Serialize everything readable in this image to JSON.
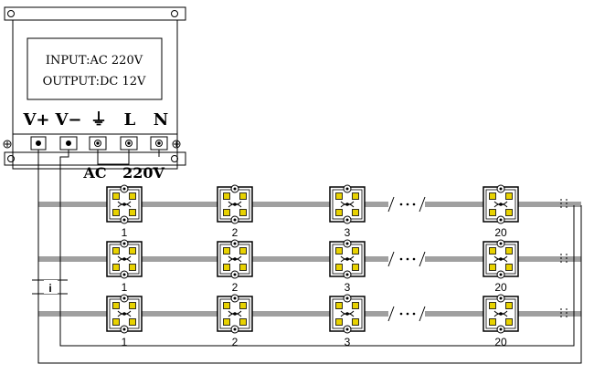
{
  "psu": {
    "input_text": "INPUT:AC 220V",
    "output_text": "OUTPUT:DC 12V",
    "terminals": [
      "V+",
      "V−",
      "⏚",
      "L",
      "N"
    ],
    "ac_label": "AC",
    "voltage_label": "220V"
  },
  "rows": [
    {
      "module_labels": [
        "1",
        "2",
        "3",
        "20"
      ]
    },
    {
      "module_labels": [
        "1",
        "2",
        "3",
        "20"
      ]
    },
    {
      "module_labels": [
        "1",
        "2",
        "3",
        "20"
      ]
    }
  ],
  "fuse_label": "i",
  "colors": {
    "line": "#000000",
    "led": "#e8d200",
    "module_fill": "#ffffff"
  }
}
